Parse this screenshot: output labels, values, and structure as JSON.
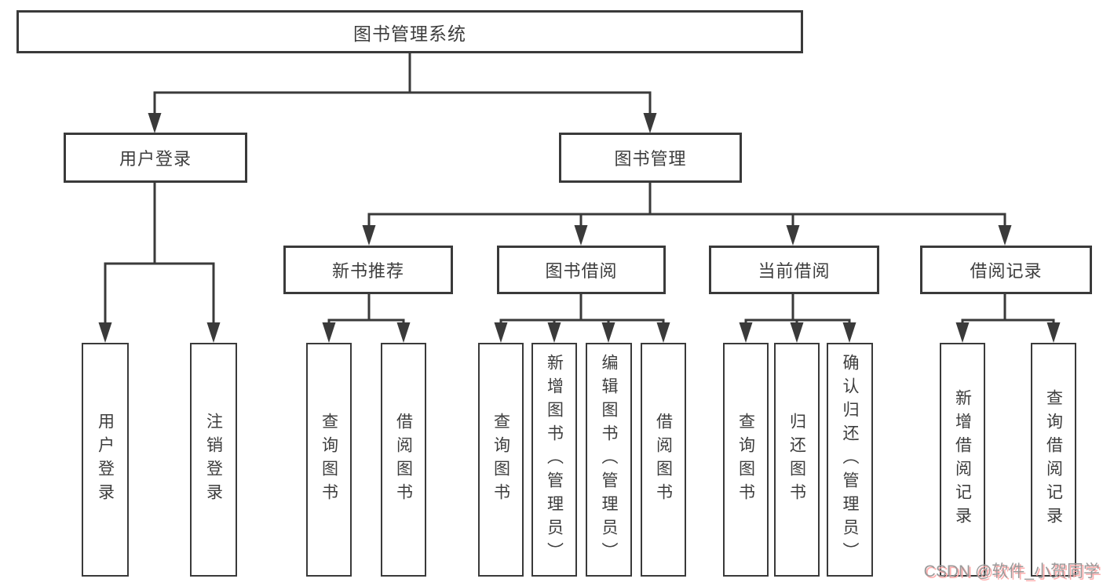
{
  "diagram": {
    "type": "tree",
    "root": {
      "label": "图书管理系统",
      "children": [
        {
          "label": "用户登录",
          "children": [
            {
              "label": "用户登录"
            },
            {
              "label": "注销登录"
            }
          ]
        },
        {
          "label": "图书管理",
          "children": [
            {
              "label": "新书推荐",
              "children": [
                {
                  "label": "查询图书"
                },
                {
                  "label": "借阅图书"
                }
              ]
            },
            {
              "label": "图书借阅",
              "children": [
                {
                  "label": "查询图书"
                },
                {
                  "label": "新增图书（管理员）"
                },
                {
                  "label": "编辑图书（管理员）"
                },
                {
                  "label": "借阅图书"
                }
              ]
            },
            {
              "label": "当前借阅",
              "children": [
                {
                  "label": "查询图书"
                },
                {
                  "label": "归还图书"
                },
                {
                  "label": "确认归还（管理员）"
                }
              ]
            },
            {
              "label": "借阅记录",
              "children": [
                {
                  "label": "新增借阅记录"
                },
                {
                  "label": "查询借阅记录"
                }
              ]
            }
          ]
        }
      ]
    }
  },
  "colors": {
    "line": "#3a3a3a",
    "text": "#3d3d3d",
    "box_background": "#ffffff",
    "watermark_text": "#9a9a9a",
    "watermark_shadow": "#ffadad"
  },
  "watermark": {
    "text": "CSDN @软件_小贺同学"
  }
}
